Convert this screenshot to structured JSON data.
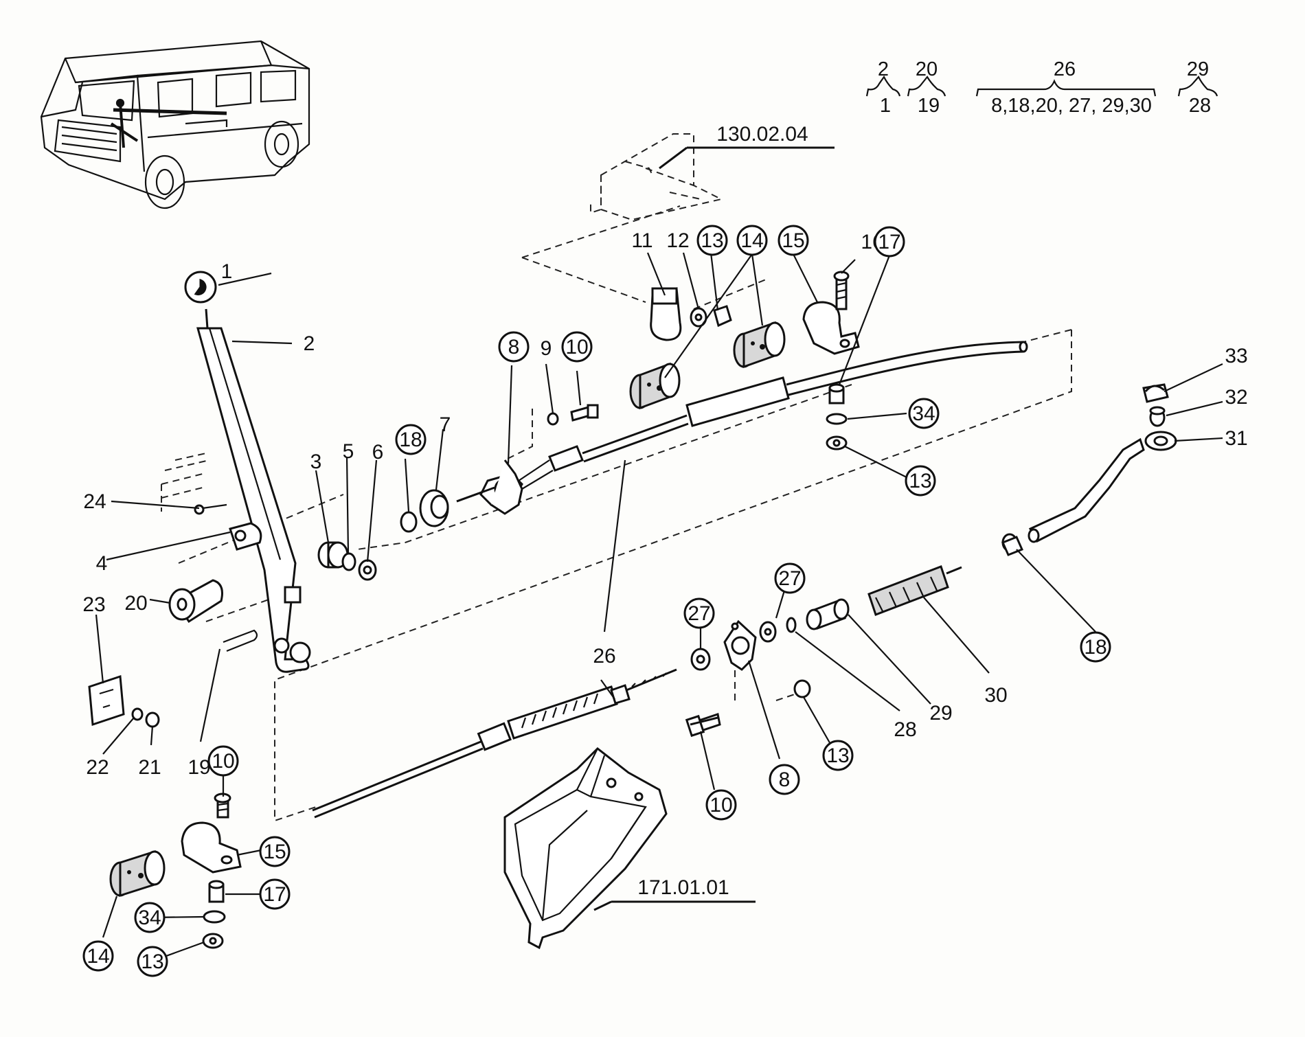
{
  "references": [
    {
      "id": "ref-130",
      "text": "130.02.04"
    },
    {
      "id": "ref-171",
      "text": "171.01.01"
    }
  ],
  "groups": [
    {
      "top": "2",
      "bottom": "1"
    },
    {
      "top": "20",
      "bottom": "19"
    },
    {
      "top": "26",
      "bottom": "8,18,20, 27, 29,30"
    },
    {
      "top": "29",
      "bottom": "28"
    }
  ],
  "labels": [
    {
      "t": "1",
      "c": false
    },
    {
      "t": "2",
      "c": false
    },
    {
      "t": "3",
      "c": false
    },
    {
      "t": "5",
      "c": false
    },
    {
      "t": "6",
      "c": false
    },
    {
      "t": "18",
      "c": true
    },
    {
      "t": "7",
      "c": false
    },
    {
      "t": "8",
      "c": true
    },
    {
      "t": "9",
      "c": false
    },
    {
      "t": "10",
      "c": true
    },
    {
      "t": "24",
      "c": false
    },
    {
      "t": "4",
      "c": false
    },
    {
      "t": "23",
      "c": false
    },
    {
      "t": "20",
      "c": false
    },
    {
      "t": "22",
      "c": false
    },
    {
      "t": "21",
      "c": false
    },
    {
      "t": "19",
      "c": false
    },
    {
      "t": "11",
      "c": false
    },
    {
      "t": "12",
      "c": false
    },
    {
      "t": "13",
      "c": true
    },
    {
      "t": "14",
      "c": true
    },
    {
      "t": "15",
      "c": true
    },
    {
      "t": "16",
      "c": false
    },
    {
      "t": "17",
      "c": true
    },
    {
      "t": "34",
      "c": true
    },
    {
      "t": "13",
      "c": true
    },
    {
      "t": "33",
      "c": false
    },
    {
      "t": "32",
      "c": false
    },
    {
      "t": "31",
      "c": false
    },
    {
      "t": "18",
      "c": true
    },
    {
      "t": "26",
      "c": false
    },
    {
      "t": "27",
      "c": true
    },
    {
      "t": "27",
      "c": true
    },
    {
      "t": "28",
      "c": false
    },
    {
      "t": "29",
      "c": false
    },
    {
      "t": "30",
      "c": false
    },
    {
      "t": "13",
      "c": true
    },
    {
      "t": "8",
      "c": true
    },
    {
      "t": "10",
      "c": true
    },
    {
      "t": "10",
      "c": true
    },
    {
      "t": "15",
      "c": true
    },
    {
      "t": "17",
      "c": true
    },
    {
      "t": "34",
      "c": true
    },
    {
      "t": "14",
      "c": true
    },
    {
      "t": "13",
      "c": true
    }
  ]
}
